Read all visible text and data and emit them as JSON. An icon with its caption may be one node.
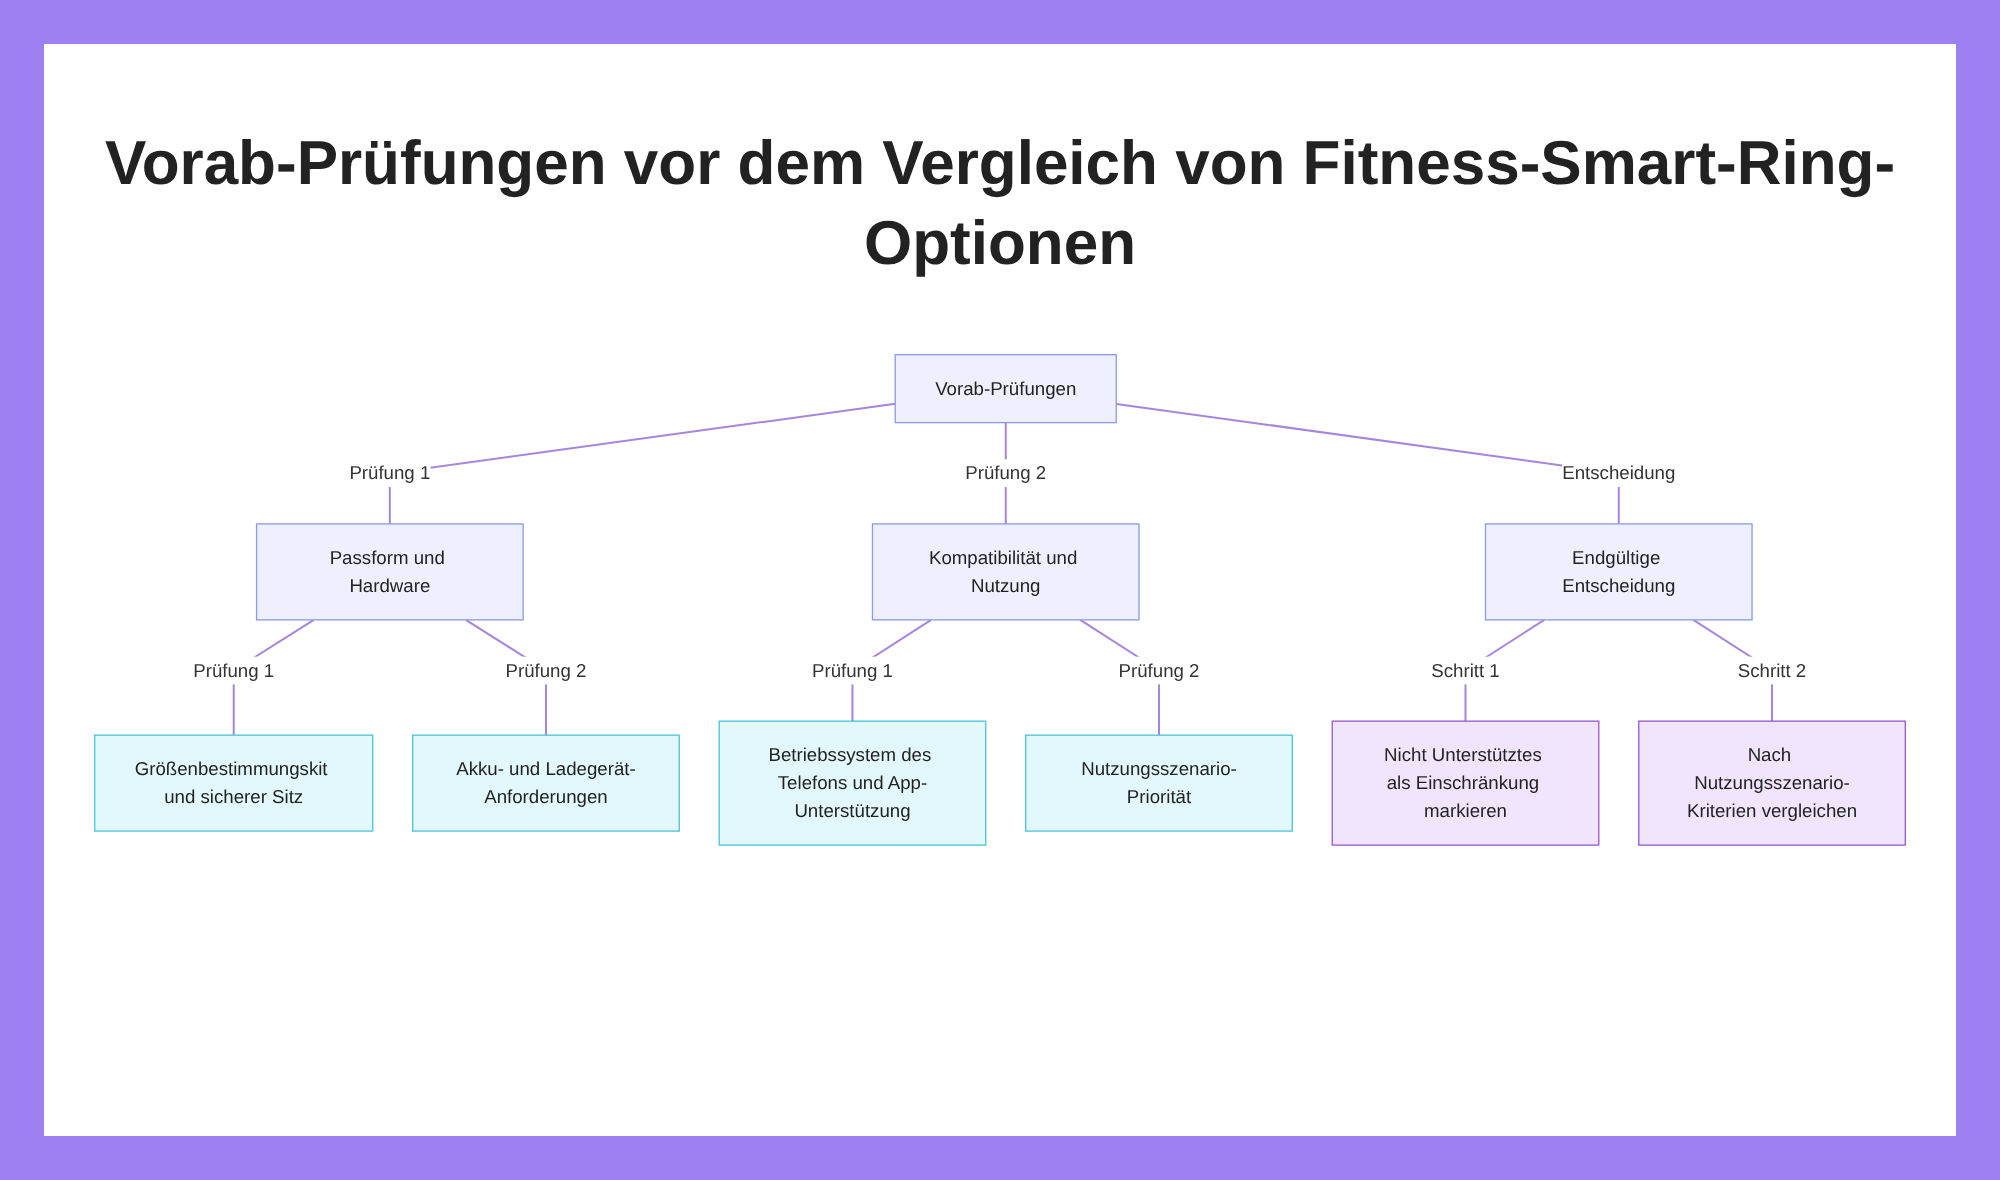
{
  "diagram": {
    "title": "Vorab-Prüfungen vor dem Vergleich von Fitness-Smart-Ring-Optionen",
    "nodes": [
      {
        "text": [
          "Vorab-Prüfungen"
        ]
      },
      {
        "text": [
          "Passform und Hardware"
        ]
      },
      {
        "text": [
          "Kompatibilität und Nutzung"
        ]
      },
      {
        "text": [
          "Endgültige Entscheidung"
        ]
      },
      {
        "text": [
          "Größenbestimmungskit und sicherer Sitz"
        ]
      },
      {
        "text": [
          "Akku- und Ladegerät-Anforderungen"
        ]
      },
      {
        "text": [
          "Betriebssystem des Telefons und App-Unterstützung"
        ]
      },
      {
        "text": [
          "Nutzungsszenario-Priorität"
        ]
      },
      {
        "text": [
          "Nicht Unterstütztes als Einschränkung markieren"
        ]
      },
      {
        "text": [
          "Nach Nutzungsszenario-Kriterien vergleichen"
        ]
      }
    ],
    "edges": [
      {
        "from": 0,
        "to": 1,
        "arrow": "none",
        "label": "Prüfung 1"
      },
      {
        "from": 0,
        "to": 2,
        "arrow": "none",
        "label": "Prüfung 2"
      },
      {
        "from": 0,
        "to": 3,
        "arrow": "none",
        "label": "Entscheidung"
      },
      {
        "from": 1,
        "to": 4,
        "arrow": "none",
        "label": "Prüfung 1"
      },
      {
        "from": 1,
        "to": 5,
        "arrow": "none",
        "label": "Prüfung 2"
      },
      {
        "from": 2,
        "to": 6,
        "arrow": "none",
        "label": "Prüfung 1"
      },
      {
        "from": 2,
        "to": 7,
        "arrow": "none",
        "label": "Prüfung 2"
      },
      {
        "from": 3,
        "to": 8,
        "arrow": "none",
        "label": "Schritt 1"
      },
      {
        "from": 3,
        "to": 9,
        "arrow": "none",
        "label": "Schritt 2"
      }
    ]
  }
}
